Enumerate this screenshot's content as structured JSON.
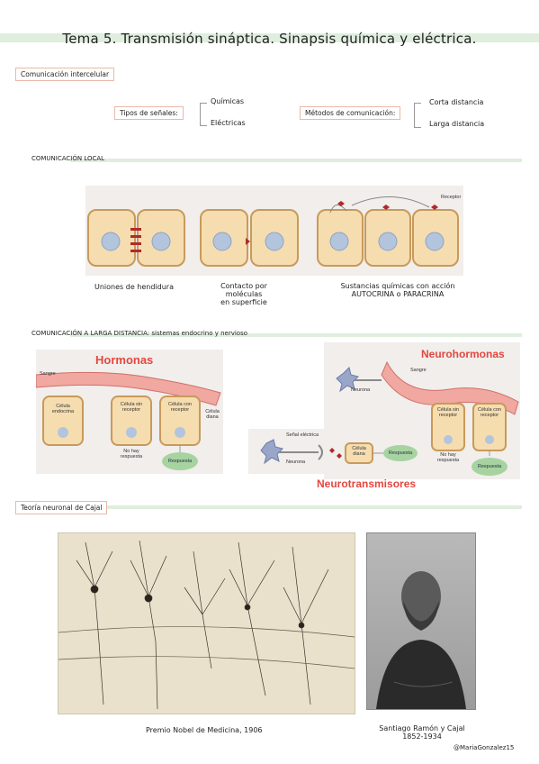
{
  "title": "Tema 5. Transmisión sináptica. Sinapsis química y eléctrica.",
  "intercellular": {
    "label": "Comunicación intercelular",
    "signal_types": {
      "label": "Tipos de señales:",
      "options": [
        "Químicas",
        "Eléctricas"
      ]
    },
    "methods": {
      "label": "Métodos de comunicación:",
      "options": [
        "Corta distancia",
        "Larga distancia"
      ]
    }
  },
  "local": {
    "label": "COMUNICACIÓN LOCAL",
    "receptor_label": "Receptor",
    "caption_gap": "Uniones de hendidura",
    "caption_contact_1": "Contacto por moléculas",
    "caption_contact_2": "en superficie",
    "caption_chem_1": "Sustancias químicas con acción",
    "caption_chem_2": "AUTOCRINA o PARACRINA"
  },
  "long": {
    "label": "COMUNICACIÓN A LARGA DISTANCIA: sistemas endocrino y nervioso",
    "hormonas": {
      "title": "Hormonas",
      "sangre": "Sangre",
      "cell1": "Célula endocrina",
      "cell2": "Célula sin receptor",
      "cell3": "Célula con receptor",
      "diana": "Célula diana",
      "no_resp": "No hay respuesta",
      "resp": "Respuesta"
    },
    "neurohormonas": {
      "title": "Neurohormonas",
      "sangre": "Sangre",
      "neurona": "Neurona",
      "cell2": "Célula sin receptor",
      "cell3": "Célula con receptor",
      "no_resp": "No hay respuesta",
      "resp": "Respuesta"
    },
    "neurotransmisores": {
      "title": "Neurotransmisores",
      "senal": "Señal eléctrica",
      "neurona": "Neurona",
      "diana": "Célula diana",
      "resp": "Respuesta"
    }
  },
  "cajal": {
    "label": "Teoría neuronal de Cajal",
    "caption_left": "Premio Nobel de Medicina, 1906",
    "caption_right_1": "Santiago Ramón y Cajal",
    "caption_right_2": "1852-1934",
    "credit": "@MariaGonzalez15"
  }
}
